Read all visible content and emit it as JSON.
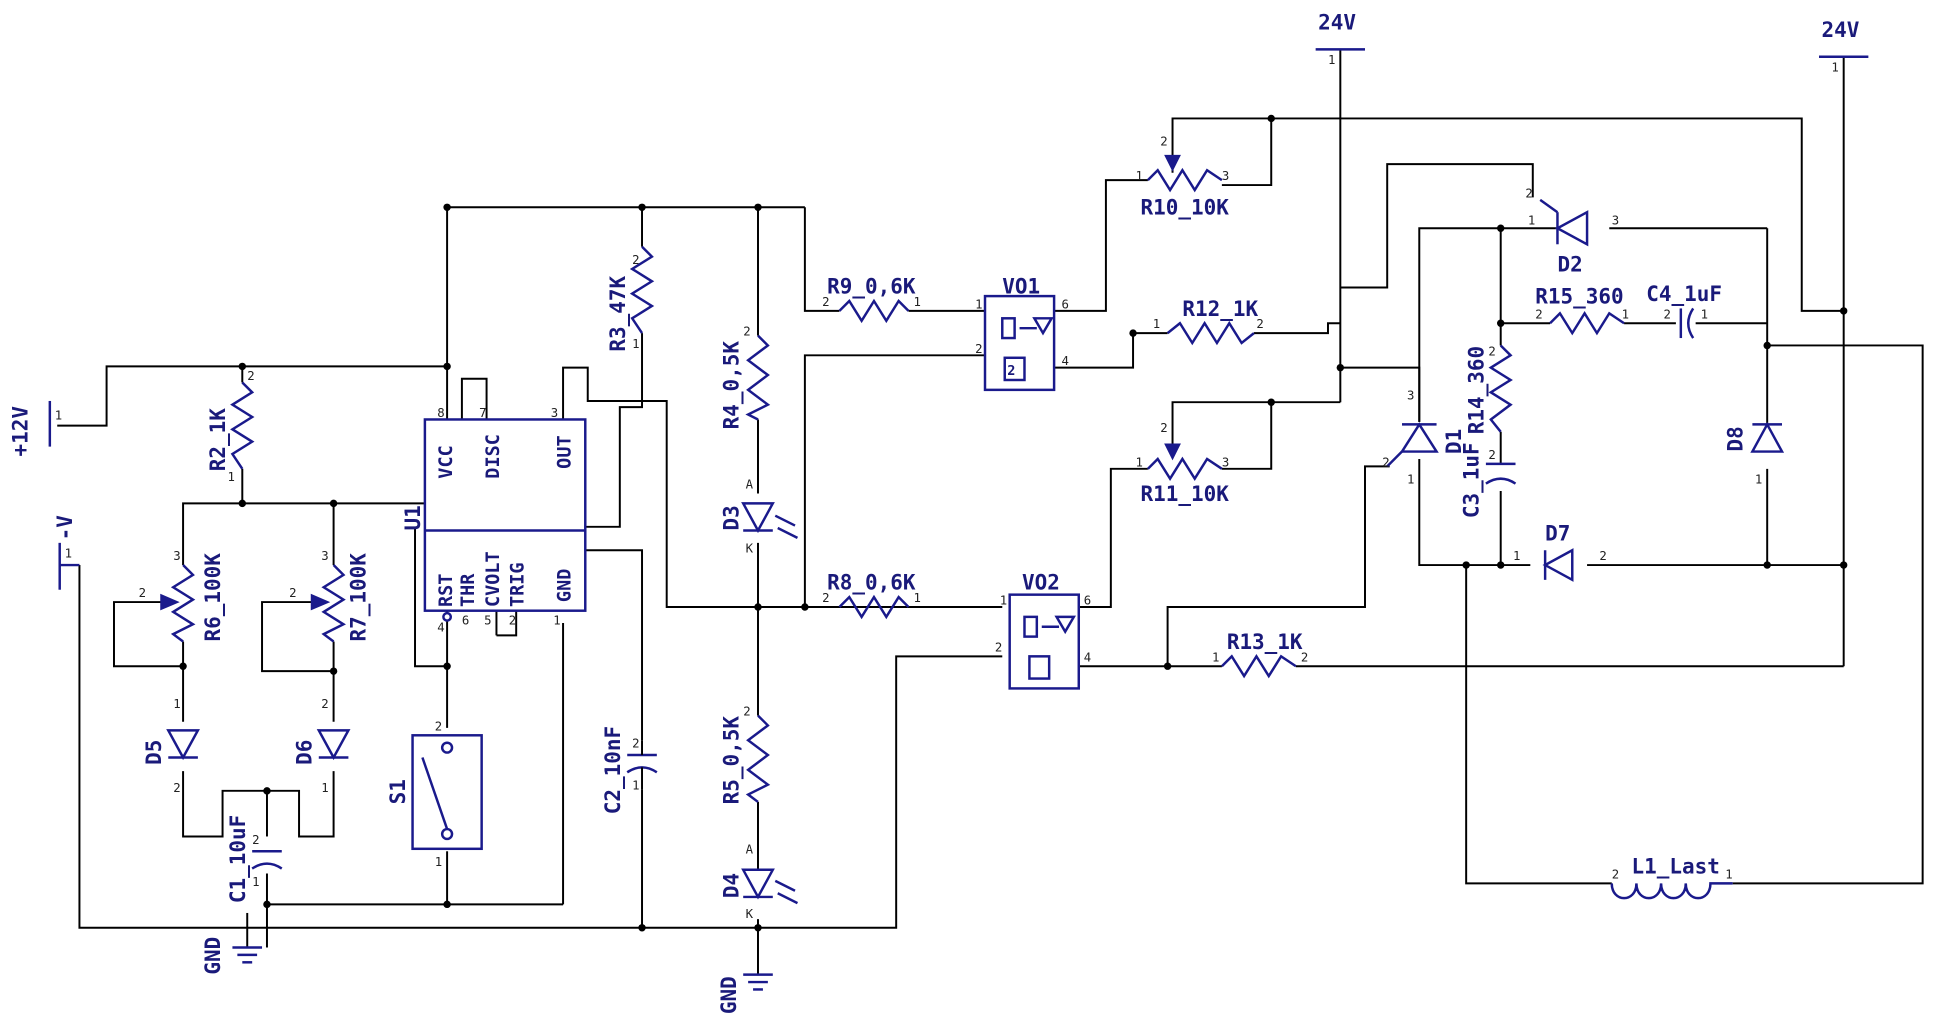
{
  "power": {
    "p12": "+12V",
    "neg": "-V",
    "v24a": "24V",
    "v24b": "24V",
    "gnd1": "GND",
    "gnd2": "GND"
  },
  "ic": {
    "name": "U1",
    "vcc": "VCC",
    "disc": "DISC",
    "out": "OUT",
    "rst": "RST",
    "thr": "THR",
    "cvolt": "CVOLT",
    "trig": "TRIG",
    "gnd": "GND"
  },
  "labels": {
    "r2": "R2_1K",
    "r3": "R3_47K",
    "r4": "R4_0,5K",
    "r5": "R5_0,5K",
    "r6": "R6_100K",
    "r7": "R7_100K",
    "r8": "R8_0,6K",
    "r9": "R9_0,6K",
    "r10": "R10_10K",
    "r11": "R11_10K",
    "r12": "R12_1K",
    "r13": "R13_1K",
    "r14": "R14_360",
    "r15": "R15_360",
    "c1": "C1_10uF",
    "c2": "C2_10nF",
    "c3": "C3_1uF",
    "c4": "C4_1uF",
    "d1": "D1",
    "d2": "D2",
    "d3": "D3",
    "d4": "D4",
    "d5": "D5",
    "d6": "D6",
    "d7": "D7",
    "d8": "D8",
    "s1": "S1",
    "vo1": "VO1",
    "vo2": "VO2",
    "l1": "L1_Last"
  },
  "pins": {
    "p1": "1",
    "p2": "2",
    "p3": "3",
    "p4": "4",
    "p5": "5",
    "p6": "6",
    "p7": "7",
    "p8": "8",
    "pa": "A",
    "pk": "K"
  },
  "colors": {
    "component": "#1a1a8c",
    "wire": "#000000",
    "text": "#1a1a7a"
  }
}
